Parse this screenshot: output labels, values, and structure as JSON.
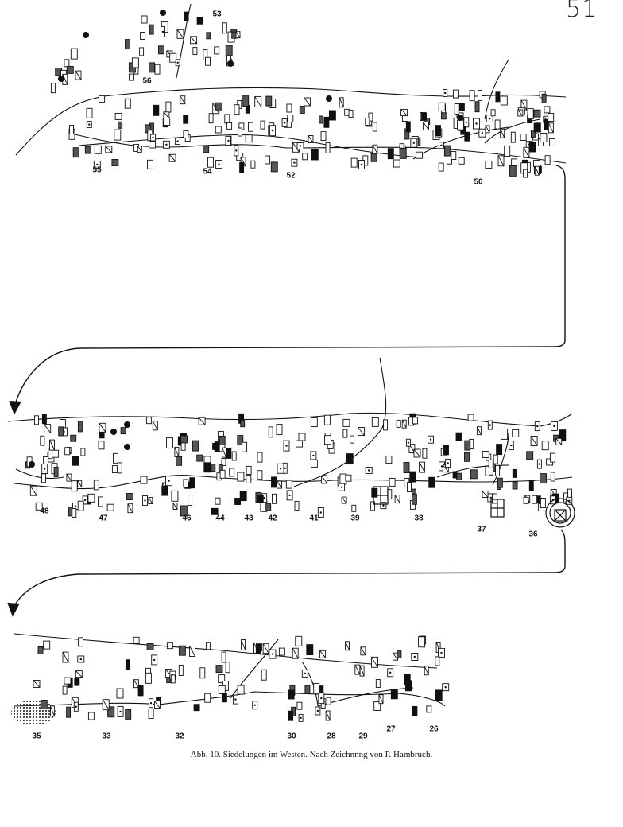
{
  "page_number": "51",
  "caption": "Abb. 10. Siedelungen im Westen. Nach Zeichnnng von P. Hambruch.",
  "settlements": [
    {
      "id": "53",
      "label": "53"
    },
    {
      "id": "56",
      "label": "56"
    },
    {
      "id": "55",
      "label": "55"
    },
    {
      "id": "54",
      "label": "54"
    },
    {
      "id": "52",
      "label": "52"
    },
    {
      "id": "50",
      "label": "50"
    },
    {
      "id": "48",
      "label": "48"
    },
    {
      "id": "47",
      "label": "47"
    },
    {
      "id": "46",
      "label": "46"
    },
    {
      "id": "44",
      "label": "44"
    },
    {
      "id": "43",
      "label": "43"
    },
    {
      "id": "42",
      "label": "42"
    },
    {
      "id": "41",
      "label": "41"
    },
    {
      "id": "39",
      "label": "39"
    },
    {
      "id": "38",
      "label": "38"
    },
    {
      "id": "37",
      "label": "37"
    },
    {
      "id": "36",
      "label": "36"
    },
    {
      "id": "35",
      "label": "35"
    },
    {
      "id": "33",
      "label": "33"
    },
    {
      "id": "32",
      "label": "32"
    },
    {
      "id": "30",
      "label": "30"
    },
    {
      "id": "28",
      "label": "28"
    },
    {
      "id": "29",
      "label": "29"
    },
    {
      "id": "27",
      "label": "27"
    },
    {
      "id": "26",
      "label": "26"
    }
  ],
  "colors": {
    "ink": "#111111",
    "paper": "#ffffff"
  }
}
